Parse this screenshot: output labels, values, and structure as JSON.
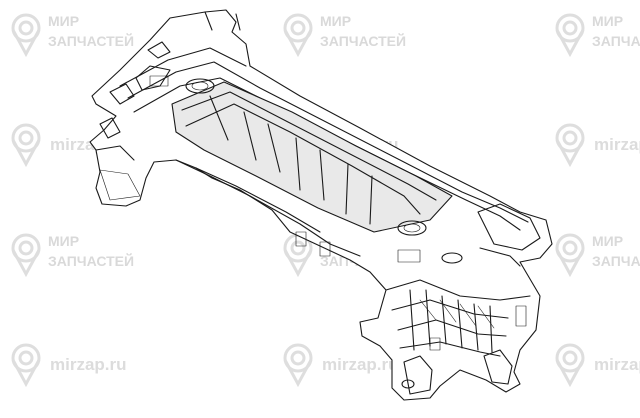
{
  "watermark": {
    "brand_line1": "МИР",
    "brand_line2": "ЗАПЧАСТЕЙ",
    "url": "mirzap.ru",
    "color": "#d9d9d9",
    "icon": "location-pin-gear-icon"
  },
  "drawing": {
    "subject": "",
    "line_color": "#1a1a1a",
    "background": "#ffffff"
  }
}
